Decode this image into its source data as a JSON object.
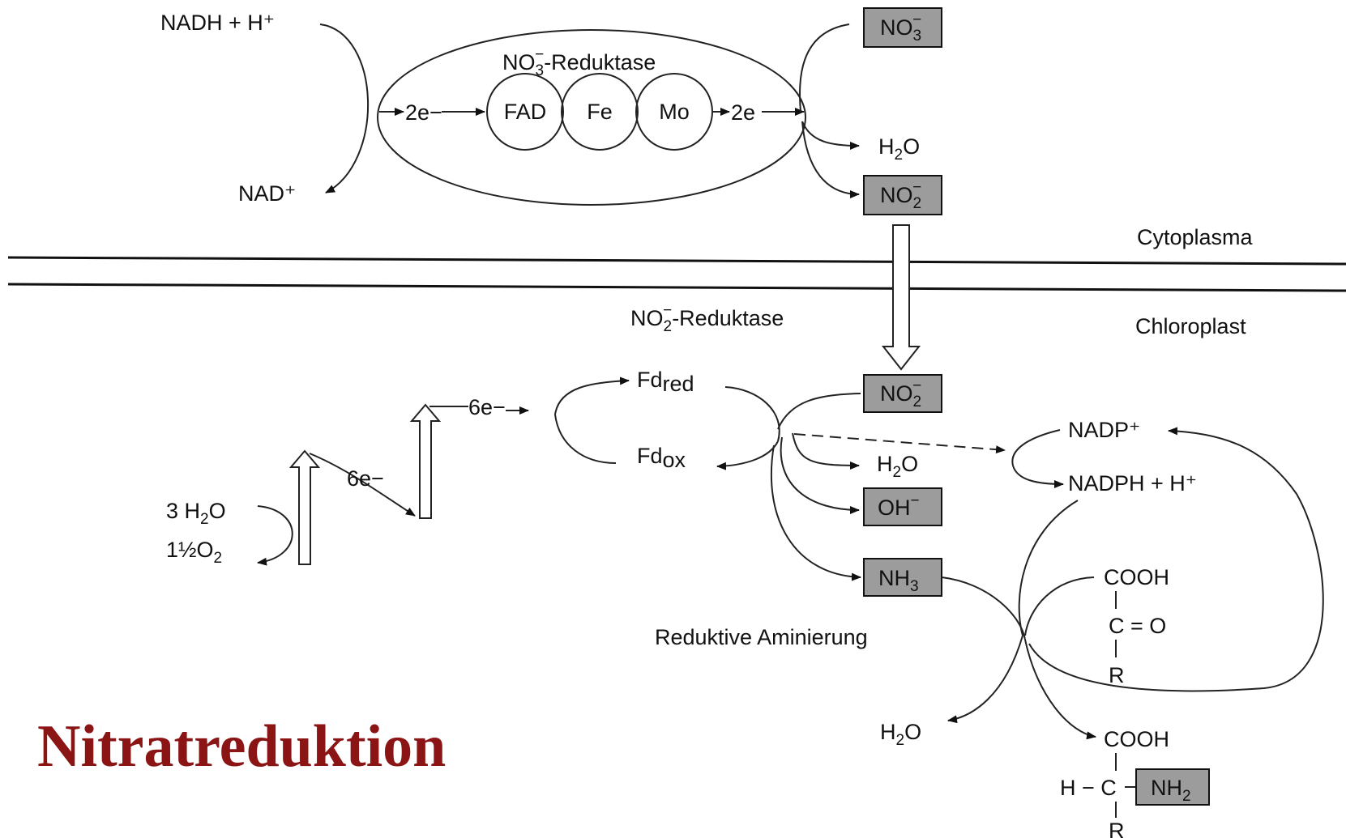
{
  "title": "Nitratreduktion",
  "compartments": {
    "top": "Cytoplasma",
    "bottom": "Chloroplast"
  },
  "nitrate_reductase": {
    "label": "NO",
    "label_sub": "3",
    "label_sup": "−",
    "label_suffix": "-Reduktase",
    "cofactors": [
      "FAD",
      "Fe",
      "Mo"
    ],
    "electron_in": "2e−",
    "electron_out": "2e",
    "donor": "NADH + H⁺",
    "donor_product": "NAD⁺"
  },
  "cytoplasm_species": {
    "nitrate": {
      "base": "NO",
      "sub": "3",
      "sup": "−"
    },
    "water": {
      "base": "H",
      "sub": "2",
      "rest": "O"
    },
    "nitrite": {
      "base": "NO",
      "sub": "2",
      "sup": "−"
    }
  },
  "nitrite_reductase": {
    "label": "NO",
    "label_sub": "2",
    "label_sup": "−",
    "label_suffix": "-Reduktase",
    "fd_red": {
      "base": "Fd",
      "sub": "red"
    },
    "fd_ox": {
      "base": "Fd",
      "sub": "ox"
    }
  },
  "chloroplast_species": {
    "nitrite": {
      "base": "NO",
      "sub": "2",
      "sup": "−"
    },
    "water": {
      "base": "H",
      "sub": "2",
      "rest": "O"
    },
    "hydroxide": {
      "base": "OH",
      "sup": "−"
    },
    "ammonia": {
      "base": "NH",
      "sub": "3"
    }
  },
  "light_reactions": {
    "water": {
      "pre": "3 H",
      "sub": "2",
      "rest": "O"
    },
    "oxygen": {
      "pre": "1½O",
      "sub": "2"
    },
    "electrons_1": "6e−",
    "electrons_2": "6e−"
  },
  "amination": {
    "label": "Reduktive Aminierung",
    "nadp": "NADP⁺",
    "nadph": "NADPH + H⁺",
    "water": {
      "base": "H",
      "sub": "2",
      "rest": "O"
    },
    "keto_acid": [
      "COOH",
      "C = O",
      "R"
    ],
    "amino_acid": [
      "COOH",
      "H − C",
      "NH",
      "R"
    ],
    "amino_sub": "2"
  }
}
